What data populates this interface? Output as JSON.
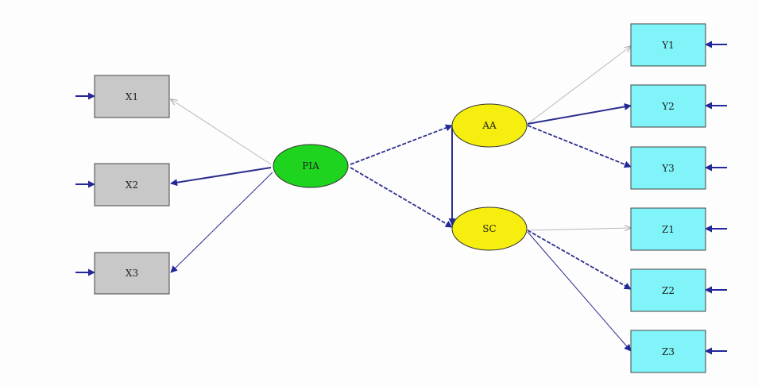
{
  "colors": {
    "background": "#fdfdfe",
    "observed_x_fill": "#c8c8c8",
    "observed_y_fill": "#80f4f8",
    "latent_exogenous_fill": "#1ed41e",
    "latent_endogenous_fill": "#f5ee0e",
    "path_color": "#2c2f8c",
    "faint_path_color": "#b8b8c0",
    "error_arrow_color": "#24279a"
  },
  "latent_variables": [
    {
      "id": "PIA",
      "label": "PIA",
      "type": "exogenous"
    },
    {
      "id": "AA",
      "label": "AA",
      "type": "endogenous"
    },
    {
      "id": "SC",
      "label": "SC",
      "type": "endogenous"
    }
  ],
  "observed_variables": [
    {
      "id": "X1",
      "label": "X1",
      "group": "x"
    },
    {
      "id": "X2",
      "label": "X2",
      "group": "x"
    },
    {
      "id": "X3",
      "label": "X3",
      "group": "x"
    },
    {
      "id": "Y1",
      "label": "Y1",
      "group": "y"
    },
    {
      "id": "Y2",
      "label": "Y2",
      "group": "y"
    },
    {
      "id": "Y3",
      "label": "Y3",
      "group": "y"
    },
    {
      "id": "Z1",
      "label": "Z1",
      "group": "y"
    },
    {
      "id": "Z2",
      "label": "Z2",
      "group": "y"
    },
    {
      "id": "Z3",
      "label": "Z3",
      "group": "y"
    }
  ],
  "paths": [
    {
      "from": "PIA",
      "to": "X1",
      "style": "faint"
    },
    {
      "from": "PIA",
      "to": "X2",
      "style": "strong"
    },
    {
      "from": "PIA",
      "to": "X3",
      "style": "thin"
    },
    {
      "from": "PIA",
      "to": "AA",
      "style": "dashed"
    },
    {
      "from": "PIA",
      "to": "SC",
      "style": "dashed"
    },
    {
      "from": "AA",
      "to": "SC",
      "style": "strong"
    },
    {
      "from": "AA",
      "to": "Y1",
      "style": "faint"
    },
    {
      "from": "AA",
      "to": "Y2",
      "style": "strong"
    },
    {
      "from": "AA",
      "to": "Y3",
      "style": "dashed"
    },
    {
      "from": "SC",
      "to": "Z1",
      "style": "faint"
    },
    {
      "from": "SC",
      "to": "Z2",
      "style": "dashed"
    },
    {
      "from": "SC",
      "to": "Z3",
      "style": "thin"
    }
  ]
}
